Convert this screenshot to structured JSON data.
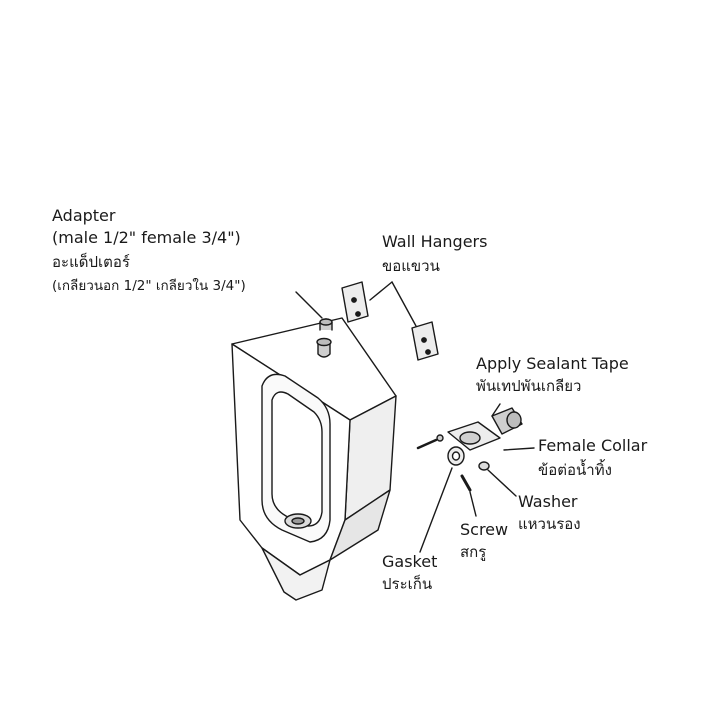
{
  "labels": {
    "adapter": {
      "en": "Adapter",
      "en_detail": "(male 1/2\" female 3/4\")",
      "th": "อะแด็ปเตอร์",
      "th_detail": "(เกลียวนอก 1/2\" เกลียวใน 3/4\")"
    },
    "wall_hangers": {
      "en": "Wall Hangers",
      "th": "ขอแขวน"
    },
    "sealant": {
      "en": "Apply Sealant Tape",
      "th": "พันเทปพันเกลียว"
    },
    "female_collar": {
      "en": "Female Collar",
      "th": "ข้อต่อน้ำทิ้ง"
    },
    "washer": {
      "en": "Washer",
      "th": "แหวนรอง"
    },
    "screw": {
      "en": "Screw",
      "th": "สกรู"
    },
    "gasket": {
      "en": "Gasket",
      "th": "ประเก็น"
    }
  },
  "colors": {
    "line": "#1a1a1a",
    "fill": "#ffffff",
    "shade": "#dcdcdc"
  }
}
